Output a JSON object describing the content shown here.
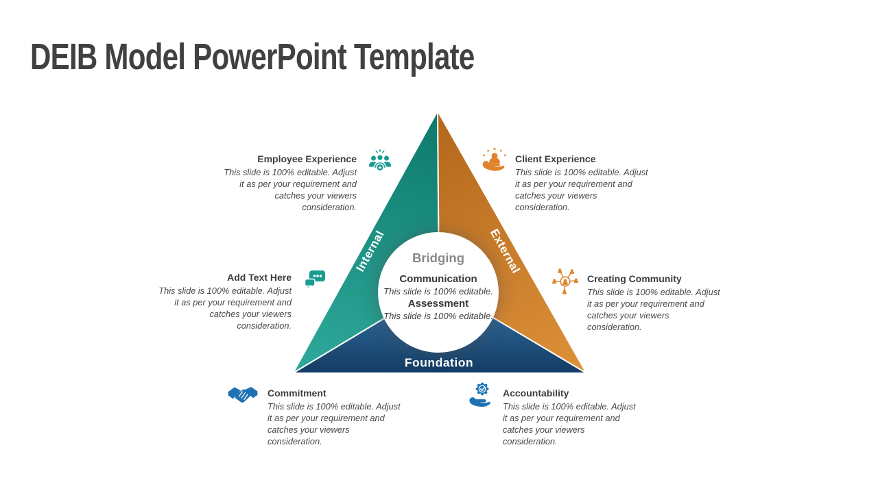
{
  "slide": {
    "title": "DEIB Model PowerPoint Template"
  },
  "triangle": {
    "sides": {
      "left": "Internal",
      "right": "External",
      "bottom": "Foundation"
    },
    "center": {
      "heading": "Bridging",
      "items": [
        {
          "label": "Communication",
          "text": "This slide is 100% editable."
        },
        {
          "label": "Assessment",
          "text": "This slide is 100% editable."
        }
      ]
    },
    "colors": {
      "teal_dark": "#0d7a6d",
      "teal_light": "#2ea89a",
      "orange_dark": "#b2671c",
      "orange_light": "#dd9038",
      "blue_top": "#3b7cb1",
      "blue_bottom": "#123a61"
    }
  },
  "callouts": [
    {
      "title": "Employee Experience",
      "icon": "team-icon",
      "color": "#179c90",
      "body_lines": [
        "This slide is 100% editable. Adjust",
        "it as per your requirement and",
        "catches your viewers",
        "consideration."
      ]
    },
    {
      "title": "Client Experience",
      "icon": "customer-care-icon",
      "color": "#e1832c",
      "body_lines": [
        "This slide is 100% editable. Adjust",
        "it as per your requirement and",
        "catches your viewers",
        "consideration."
      ]
    },
    {
      "title": "Add Text Here",
      "icon": "chat-bubbles-icon",
      "color": "#179c90",
      "body_lines": [
        "This slide is 100% editable. Adjust",
        "it as per your requirement and",
        "catches your viewers",
        "consideration."
      ]
    },
    {
      "title": "Creating Community",
      "icon": "community-network-icon",
      "color": "#e1832c",
      "body_lines": [
        "This slide is 100% editable. Adjust",
        "it as per your requirement and",
        "catches your viewers",
        "consideration."
      ]
    },
    {
      "title": "Commitment",
      "icon": "handshake-icon",
      "color": "#1d72b4",
      "body_lines": [
        "This slide is 100% editable. Adjust",
        "it as per your requirement and",
        "catches your viewers",
        "consideration."
      ]
    },
    {
      "title": "Accountability",
      "icon": "hand-badge-check-icon",
      "color": "#1d72b4",
      "body_lines": [
        "This slide is 100% editable. Adjust",
        "it as per your requirement and",
        "catches your viewers",
        "consideration."
      ]
    }
  ]
}
